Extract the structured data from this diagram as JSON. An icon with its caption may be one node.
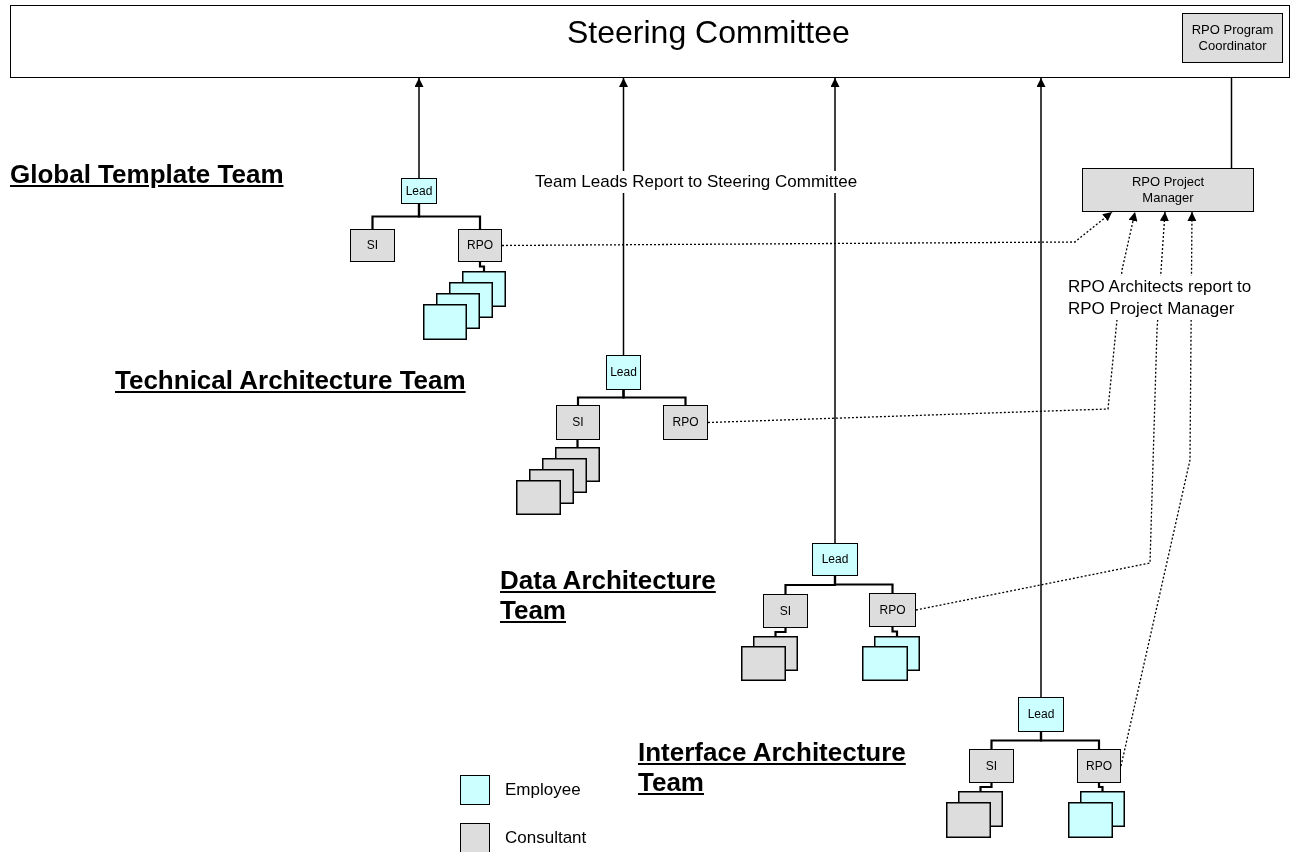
{
  "diagram": {
    "nodes": [
      {
        "text": [
          "Steering Committee"
        ]
      },
      {
        "text": [
          "RPO Program Coordinator"
        ],
        "in": 0
      },
      {
        "text": [
          "RPO Project Manager"
        ]
      },
      {
        "text": [
          "Lead"
        ]
      },
      {
        "text": [
          "SI"
        ]
      },
      {
        "text": [
          "RPO"
        ]
      },
      {
        "text": [],
        "shape": "stack"
      },
      {
        "text": [
          "Lead"
        ]
      },
      {
        "text": [
          "SI"
        ]
      },
      {
        "text": [
          "RPO"
        ]
      },
      {
        "text": [],
        "shape": "stack"
      },
      {
        "text": [
          "Lead"
        ]
      },
      {
        "text": [
          "SI"
        ]
      },
      {
        "text": [
          "RPO"
        ]
      },
      {
        "text": [],
        "shape": "stack"
      },
      {
        "text": [],
        "shape": "stack"
      },
      {
        "text": [
          "Lead"
        ]
      },
      {
        "text": [
          "SI"
        ]
      },
      {
        "text": [
          "RPO"
        ]
      },
      {
        "text": [],
        "shape": "stack"
      },
      {
        "text": [],
        "shape": "stack"
      }
    ],
    "edges": [
      {
        "from": 3,
        "to": 0,
        "arrow": "to"
      },
      {
        "from": 7,
        "to": 0,
        "arrow": "to"
      },
      {
        "from": 11,
        "to": 0,
        "arrow": "to"
      },
      {
        "from": 16,
        "to": 0,
        "arrow": "to"
      },
      {
        "from": 2,
        "to": 1,
        "arrow": "to"
      },
      {
        "from": 3,
        "to": 4,
        "arrow": "none"
      },
      {
        "from": 3,
        "to": 5,
        "arrow": "none"
      },
      {
        "from": 5,
        "to": 6,
        "arrow": "none"
      },
      {
        "from": 7,
        "to": 8,
        "arrow": "none"
      },
      {
        "from": 7,
        "to": 9,
        "arrow": "none"
      },
      {
        "from": 8,
        "to": 10,
        "arrow": "none"
      },
      {
        "from": 11,
        "to": 12,
        "arrow": "none"
      },
      {
        "from": 11,
        "to": 13,
        "arrow": "none"
      },
      {
        "from": 12,
        "to": 14,
        "arrow": "none"
      },
      {
        "from": 13,
        "to": 15,
        "arrow": "none"
      },
      {
        "from": 16,
        "to": 17,
        "arrow": "none"
      },
      {
        "from": 16,
        "to": 18,
        "arrow": "none"
      },
      {
        "from": 17,
        "to": 19,
        "arrow": "none"
      },
      {
        "from": 18,
        "to": 20,
        "arrow": "none"
      },
      {
        "from": 5,
        "to": 2,
        "arrow": "to",
        "style": "dashed"
      },
      {
        "from": 9,
        "to": 2,
        "arrow": "to",
        "style": "dashed"
      },
      {
        "from": 13,
        "to": 2,
        "arrow": "to",
        "style": "dashed"
      },
      {
        "from": 18,
        "to": 2,
        "arrow": "to",
        "style": "dashed"
      }
    ],
    "labels": [
      "Global Template Team",
      "Team Leads Report to Steering Committee",
      "RPO Architects report to RPO Project Manager",
      "Technical Architecture Team",
      "Data Architecture Team",
      "Interface Architecture Team"
    ],
    "legend": [
      {
        "text": "Employee",
        "color": "#ccffff"
      },
      {
        "text": "Consultant",
        "color": "#dddddd"
      }
    ]
  }
}
